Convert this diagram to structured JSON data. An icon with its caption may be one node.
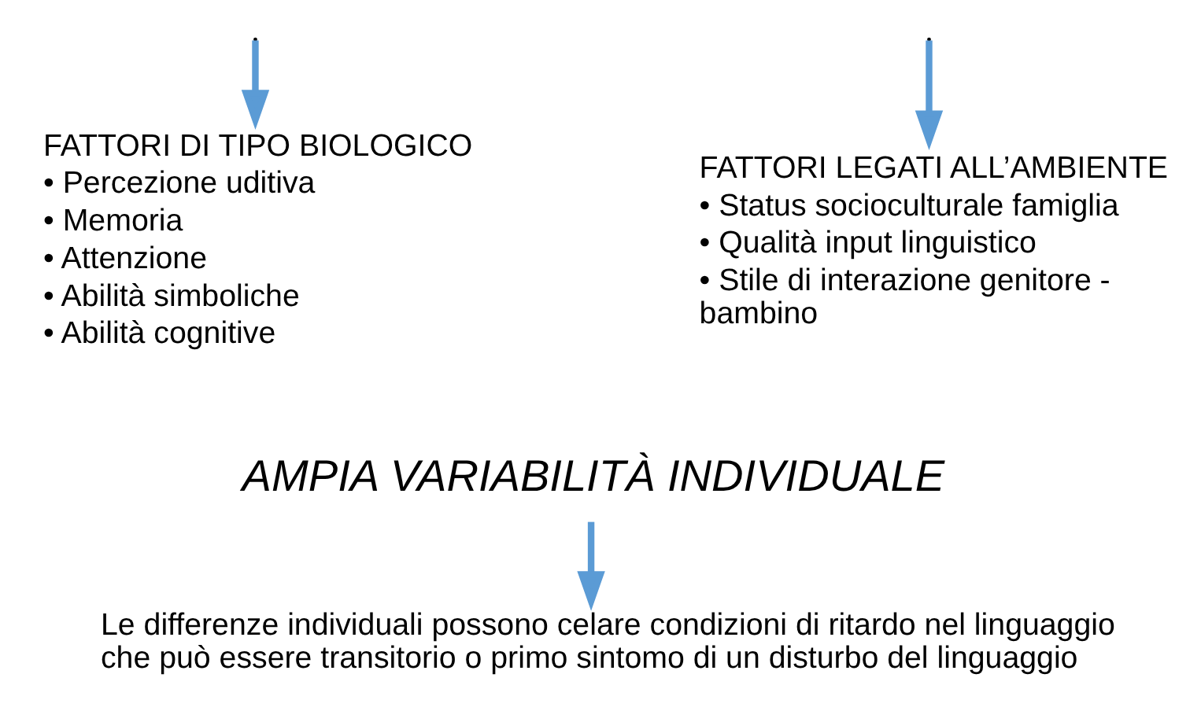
{
  "diagram": {
    "nodes": [
      {
        "text": [
          "FATTORI DI TIPO BIOLOGICO",
          "• Percezione uditiva",
          "• Memoria",
          "• Attenzione",
          "• Abilità simboliche",
          "• Abilità cognitive"
        ]
      },
      {
        "text": [
          "FATTORI LEGATI ALL’AMBIENTE",
          "• Status socioculturale famiglia",
          "• Qualità input linguistico",
          "• Stile di interazione genitore - bambino"
        ]
      },
      {
        "text": [
          "AMPIA VARIABILITÀ INDIVIDUALE"
        ]
      },
      {
        "text": [
          "Le differenze individuali possono celare condizioni di ritardo nel linguaggio che può essere transitorio o primo sintomo di un disturbo del linguaggio"
        ]
      }
    ],
    "edges": [
      {
        "from": null,
        "to": 0,
        "arrow": "to"
      },
      {
        "from": null,
        "to": 1,
        "arrow": "to"
      },
      {
        "from": 2,
        "to": 3,
        "arrow": "to"
      }
    ]
  }
}
